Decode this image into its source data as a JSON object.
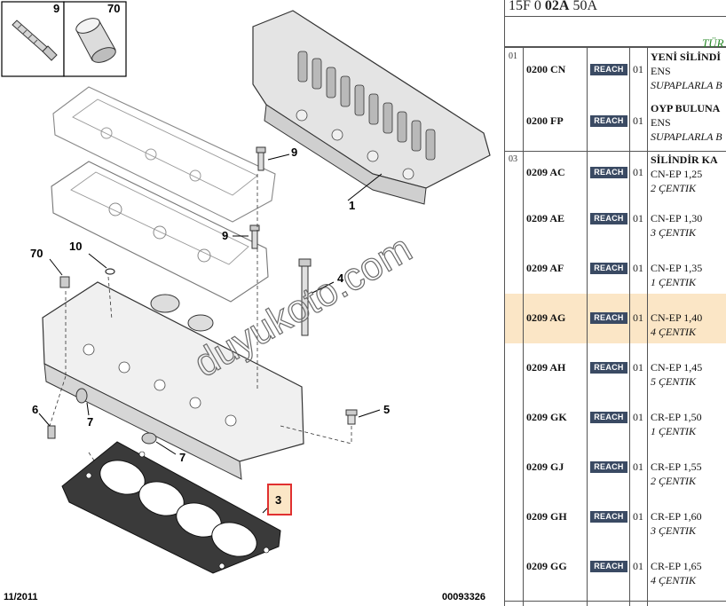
{
  "diagram": {
    "callouts": [
      "9",
      "70",
      "9",
      "1",
      "9",
      "10",
      "70",
      "4",
      "6",
      "7",
      "7",
      "5",
      "3"
    ],
    "highlighted_callout": "3",
    "footer_date": "11/2011",
    "footer_code": "00093326",
    "watermark": "duyukoto.com",
    "highlight_color": "#e03030"
  },
  "panel": {
    "header_prefix": "15F 0 ",
    "header_bold": "02A",
    "header_suffix": " 50A",
    "sub_header": "TÜR",
    "badge_color": "#3a4a63",
    "highlight_row_color": "#fbe6c6",
    "rows": [
      {
        "group": "01",
        "ref": "0200 CN",
        "badge": "REACH",
        "qty": "01",
        "line1": "YENİ SİLİNDİ",
        "line2": "ENS",
        "line3": "SUPAPLARLA B"
      },
      {
        "group": "",
        "ref": "0200 FP",
        "badge": "REACH",
        "qty": "01",
        "line1": "OYP BULUNA",
        "line2": "ENS",
        "line3": "SUPAPLARLA B"
      },
      {
        "group": "03",
        "ref": "0209 AC",
        "badge": "REACH",
        "qty": "01",
        "line1": "SİLİNDİR KA",
        "line2": "CN-EP 1,25",
        "line3": "2 ÇENTIK"
      },
      {
        "group": "",
        "ref": "0209 AE",
        "badge": "REACH",
        "qty": "01",
        "line1": "CN-EP 1,30",
        "line2": "3 ÇENTIK"
      },
      {
        "group": "",
        "ref": "0209 AF",
        "badge": "REACH",
        "qty": "01",
        "line1": "CN-EP 1,35",
        "line2": "1 ÇENTIK"
      },
      {
        "group": "",
        "ref": "0209 AG",
        "badge": "REACH",
        "qty": "01",
        "line1": "CN-EP 1,40",
        "line2": "4 ÇENTIK"
      },
      {
        "group": "",
        "ref": "0209 AH",
        "badge": "REACH",
        "qty": "01",
        "line1": "CN-EP 1,45",
        "line2": "5 ÇENTIK"
      },
      {
        "group": "",
        "ref": "0209 GK",
        "badge": "REACH",
        "qty": "01",
        "line1": "CR-EP 1,50",
        "line2": "1 ÇENTIK"
      },
      {
        "group": "",
        "ref": "0209 GJ",
        "badge": "REACH",
        "qty": "01",
        "line1": "CR-EP 1,55",
        "line2": "2 ÇENTIK"
      },
      {
        "group": "",
        "ref": "0209 GH",
        "badge": "REACH",
        "qty": "01",
        "line1": "CR-EP 1,60",
        "line2": "3 ÇENTIK"
      },
      {
        "group": "",
        "ref": "0209 GG",
        "badge": "REACH",
        "qty": "01",
        "line1": "CR-EP 1,65",
        "line2": "4 ÇENTIK"
      }
    ]
  }
}
